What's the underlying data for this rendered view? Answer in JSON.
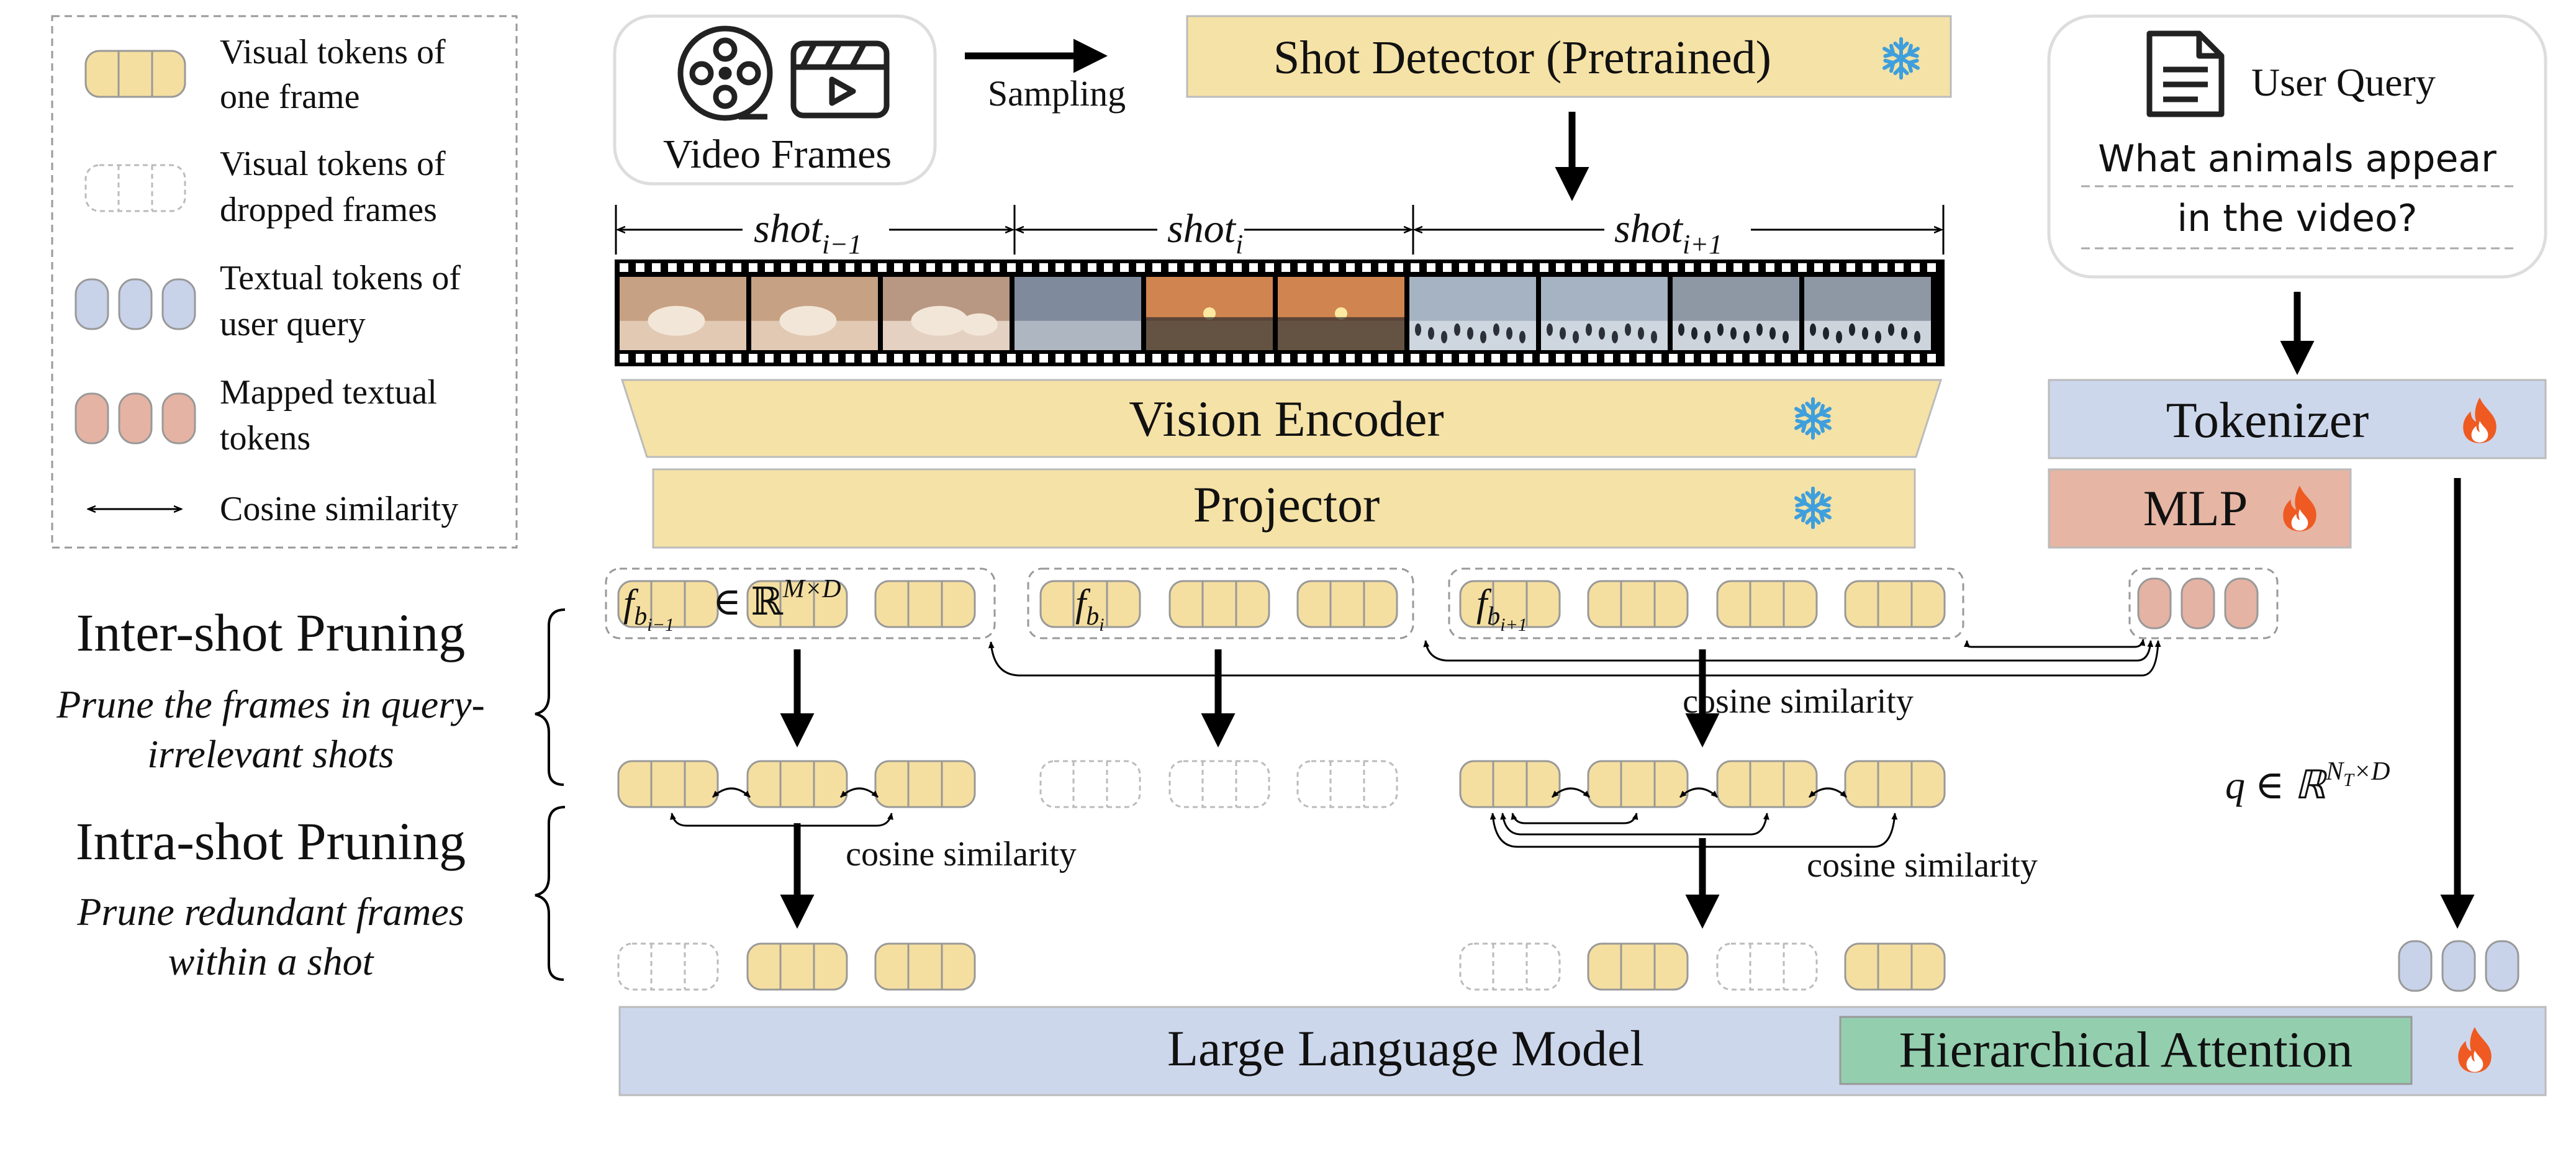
{
  "colors": {
    "visual_token": "#f5dfa0",
    "text_token": "#c8d3ea",
    "mapped_token": "#e5b3a3",
    "module_yellow": "#f5e2a6",
    "module_blue": "#cdd7ec",
    "module_red": "#e6b5a4",
    "module_green": "#93cfaf",
    "snowflake": "#3f9fdc",
    "flame": "#ee5a22"
  },
  "legend": {
    "items": [
      {
        "line1": "Visual tokens of",
        "line2": "one frame"
      },
      {
        "line1": "Visual tokens of",
        "line2": "dropped frames"
      },
      {
        "line1": "Textual tokens of",
        "line2": "user query"
      },
      {
        "line1": "Mapped textual",
        "line2": "tokens"
      },
      {
        "line1": "Cosine similarity",
        "line2": ""
      }
    ]
  },
  "input": {
    "video_label": "Video Frames",
    "sampling_label": "Sampling",
    "shot_detector_label": "Shot Detector (Pretrained)",
    "user_query_title": "User Query",
    "query_line1": "What animals appear",
    "query_line2": "in the video?"
  },
  "shots": [
    {
      "name": "shot",
      "sub": "i−1"
    },
    {
      "name": "shot",
      "sub": "i"
    },
    {
      "name": "shot",
      "sub": "i+1"
    }
  ],
  "frames": [
    "polar-bear",
    "polar-bear",
    "polar-bears",
    "ice",
    "sunset",
    "sunset",
    "penguins",
    "penguins",
    "penguins-snow",
    "penguins-snow"
  ],
  "modules": {
    "vision_encoder": "Vision Encoder",
    "projector": "Projector",
    "tokenizer": "Tokenizer",
    "mlp": "MLP",
    "llm": "Large Language Model",
    "hier_attention": "Hierarchical Attention"
  },
  "features": {
    "f_prev": {
      "base": "f",
      "sub": "b",
      "subsub": "i−1"
    },
    "f_cur": {
      "base": "f",
      "sub": "b",
      "subsub": "i"
    },
    "f_next": {
      "base": "f",
      "sub": "b",
      "subsub": "i+1"
    },
    "in_symbol": "∈ ℝ",
    "dim_sup": "M×D"
  },
  "query_embedding": {
    "prefix": "q ∈ ℝ",
    "sup": "N",
    "sup_sub": "T",
    "sup_tail": "×D"
  },
  "labels": {
    "cos_sim_1": "cosine similarity",
    "cos_sim_2": "cosine similarity",
    "cos_sim_3": "cosine similarity",
    "inter_title": "Inter-shot Pruning",
    "inter_desc1": "Prune the frames in query-",
    "inter_desc2": "irrelevant shots",
    "intra_title": "Intra-shot Pruning",
    "intra_desc1": "Prune redundant frames",
    "intra_desc2": "within a shot"
  }
}
